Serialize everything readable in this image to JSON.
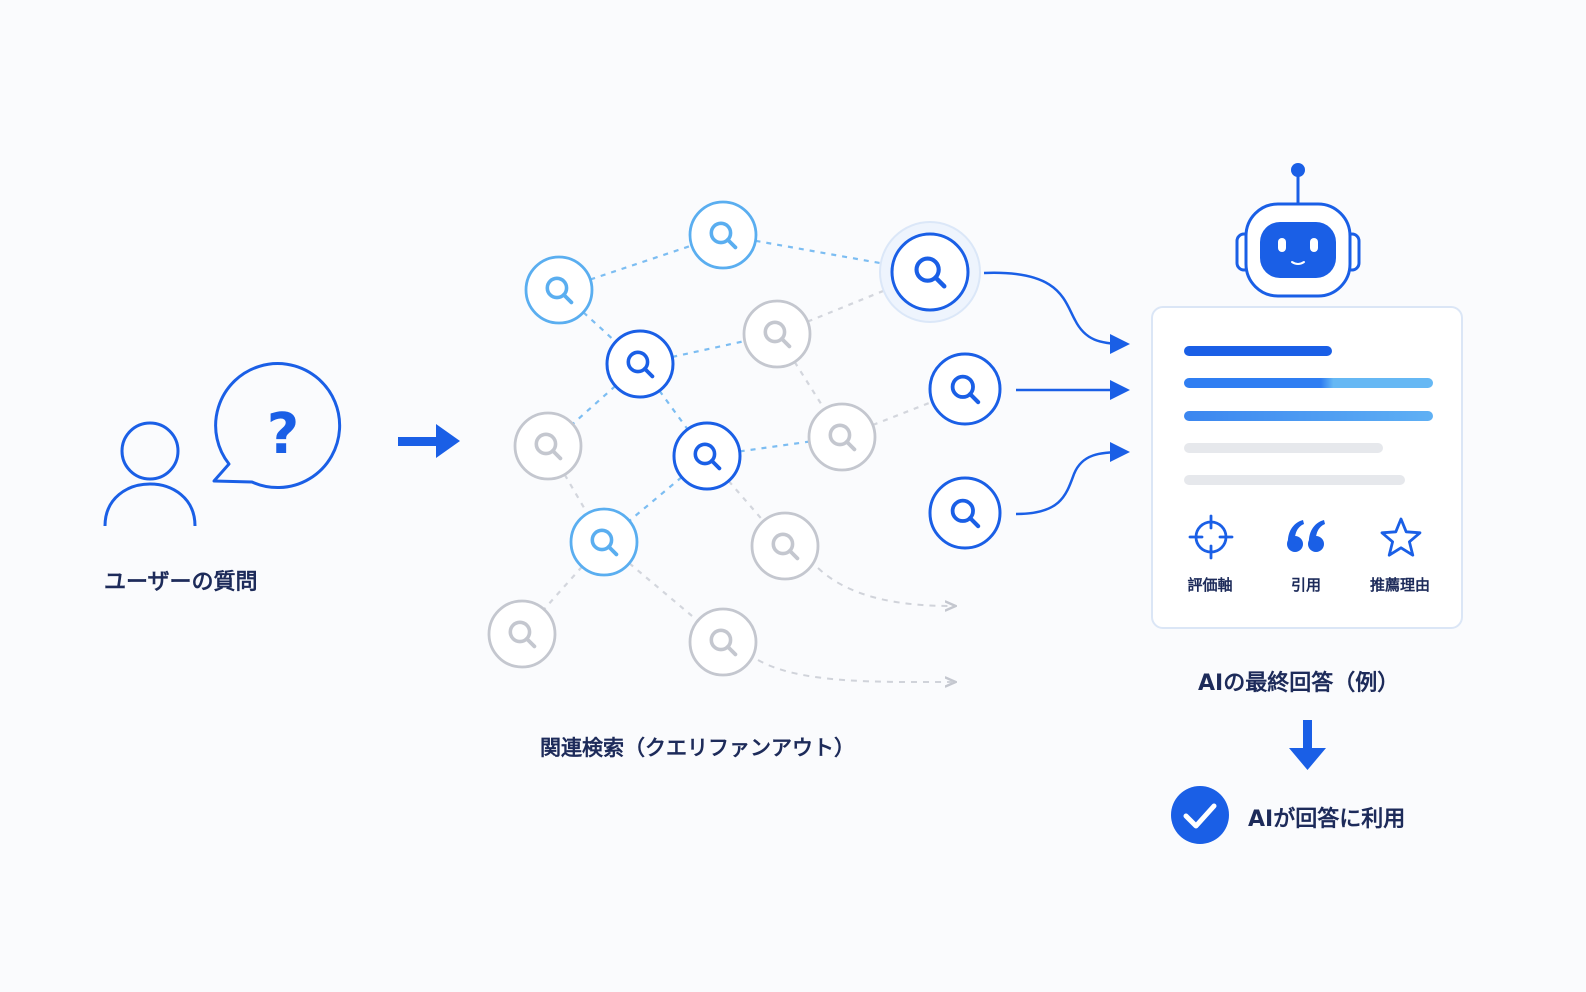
{
  "user_question": {
    "label": "ユーザーの質問"
  },
  "fanout": {
    "label": "関連検索（クエリファンアウト）"
  },
  "final_answer": {
    "label": "AIの最終回答（例）",
    "features": [
      {
        "icon": "target-icon",
        "label": "評価軸"
      },
      {
        "icon": "quote-icon",
        "label": "引用"
      },
      {
        "icon": "star-icon",
        "label": "推薦理由"
      }
    ]
  },
  "result": {
    "label": "AIが回答に利用"
  },
  "colors": {
    "primary": "#1a5fe6",
    "light_blue": "#66b3f2",
    "gray": "#c4c7cf",
    "text": "#1d2b5a"
  }
}
